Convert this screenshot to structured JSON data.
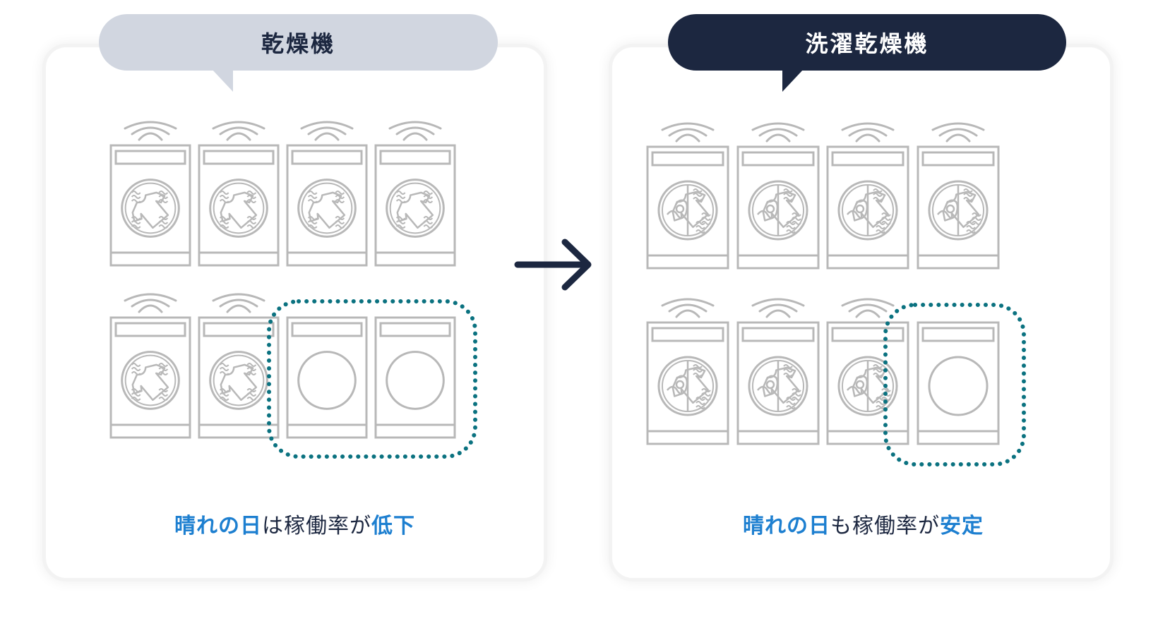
{
  "left": {
    "title": "乾燥機",
    "caption": {
      "part1": "晴れの日",
      "part2": "は稼働率が",
      "part3": "低下"
    },
    "machines": [
      {
        "row": 1,
        "col": 1,
        "active": true
      },
      {
        "row": 1,
        "col": 2,
        "active": true
      },
      {
        "row": 1,
        "col": 3,
        "active": true
      },
      {
        "row": 1,
        "col": 4,
        "active": true
      },
      {
        "row": 2,
        "col": 1,
        "active": true
      },
      {
        "row": 2,
        "col": 2,
        "active": true
      },
      {
        "row": 2,
        "col": 3,
        "active": false
      },
      {
        "row": 2,
        "col": 4,
        "active": false
      }
    ]
  },
  "right": {
    "title": "洗濯乾燥機",
    "caption": {
      "part1": "晴れの日",
      "part2": "も稼働率が",
      "part3": "安定"
    },
    "machines": [
      {
        "row": 1,
        "col": 1,
        "active": true
      },
      {
        "row": 1,
        "col": 2,
        "active": true
      },
      {
        "row": 1,
        "col": 3,
        "active": true
      },
      {
        "row": 1,
        "col": 4,
        "active": true
      },
      {
        "row": 2,
        "col": 1,
        "active": true
      },
      {
        "row": 2,
        "col": 2,
        "active": true
      },
      {
        "row": 2,
        "col": 3,
        "active": true
      },
      {
        "row": 2,
        "col": 4,
        "active": false
      }
    ]
  },
  "colors": {
    "machine_stroke": "#b8b8b8",
    "highlight_dots": "#0b7280",
    "arrow": "#1c2740",
    "accent_text": "#1d7fd0",
    "dark": "#1c2740",
    "light_bubble": "#d1d6e0"
  },
  "icons": {
    "arrow": "arrow-right-icon",
    "wifi": "signal-waves-icon",
    "dryer": "dryer-drum-icon",
    "washer_dryer": "washer-dryer-drum-icon"
  }
}
